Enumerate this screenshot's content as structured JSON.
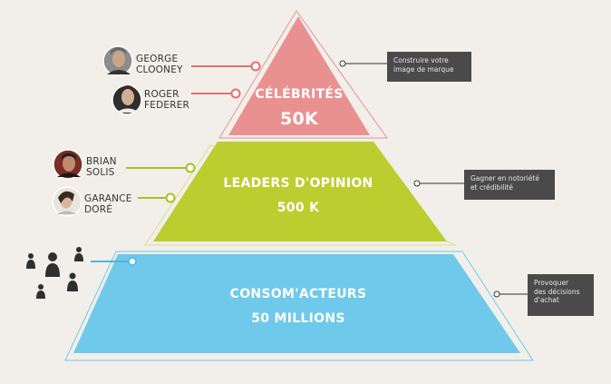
{
  "tiers": [
    {
      "name": "CÉLÉBRITÉS",
      "value": "50K",
      "color": "#e99191",
      "note": "Construire votre\nimage de marque"
    },
    {
      "name": "LEADERS D'OPINION",
      "value": "500 K",
      "color": "#bccd2f",
      "note": "Gagner en notoriété\net crédibilité"
    },
    {
      "name": "CONSOM'ACTEURS",
      "value": "50 MILLIONS",
      "color": "#6fc9ea",
      "note": "Provoquer\ndes décisions\nd'achat"
    }
  ],
  "people": [
    {
      "name": "GEORGE\nCLOONEY",
      "tier": 0
    },
    {
      "name": "ROGER\nFEDERER",
      "tier": 0
    },
    {
      "name": "BRIAN\nSOLIS",
      "tier": 1
    },
    {
      "name": "GARANCE\nDORÉ",
      "tier": 1
    }
  ],
  "colors": {
    "background": "#f2efea",
    "note_bg": "#4a4a4a",
    "connector": "#333333"
  }
}
